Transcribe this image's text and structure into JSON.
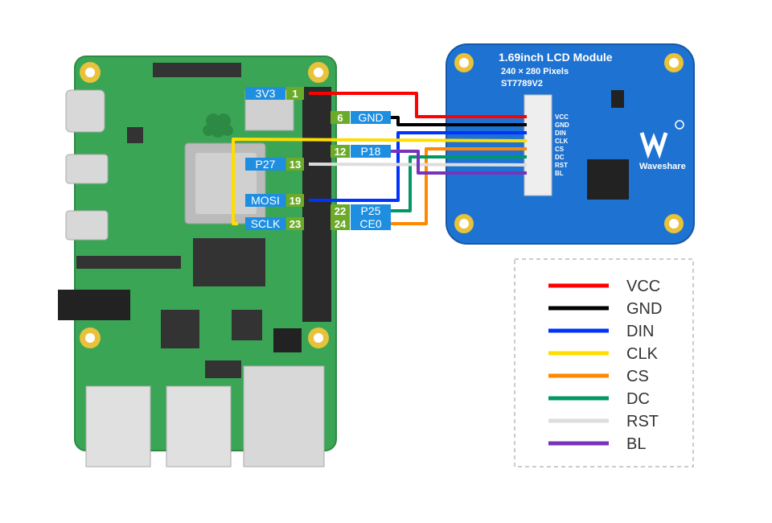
{
  "lcd": {
    "title": "1.69inch LCD Module",
    "resolution": "240 × 280 Pixels",
    "driver": "ST7789V2",
    "brand": "Waveshare",
    "pins": [
      "VCC",
      "GND",
      "DIN",
      "CLK",
      "CS",
      "DC",
      "RST",
      "BL"
    ],
    "board_color": "#1e73d2"
  },
  "pi_labels": [
    {
      "name": "3V3",
      "num": "1",
      "side": "left"
    },
    {
      "name": "GND",
      "num": "6",
      "side": "right"
    },
    {
      "name": "P18",
      "num": "12",
      "side": "right"
    },
    {
      "name": "P27",
      "num": "13",
      "side": "left"
    },
    {
      "name": "MOSI",
      "num": "19",
      "side": "left"
    },
    {
      "name": "P25",
      "num": "22",
      "side": "right"
    },
    {
      "name": "SCLK",
      "num": "23",
      "side": "left"
    },
    {
      "name": "CE0",
      "num": "24",
      "side": "right"
    }
  ],
  "legend": [
    {
      "label": "VCC",
      "color": "#ff0000"
    },
    {
      "label": "GND",
      "color": "#000000"
    },
    {
      "label": "DIN",
      "color": "#0033ff"
    },
    {
      "label": "CLK",
      "color": "#ffdd00"
    },
    {
      "label": "CS",
      "color": "#ff8800"
    },
    {
      "label": "DC",
      "color": "#009966"
    },
    {
      "label": "RST",
      "color": "#dddddd"
    },
    {
      "label": "BL",
      "color": "#7733bb"
    }
  ],
  "colors": {
    "pi_board": "#3aa655",
    "label_blue": "#1e8ee0",
    "label_green": "#6cab2a"
  }
}
